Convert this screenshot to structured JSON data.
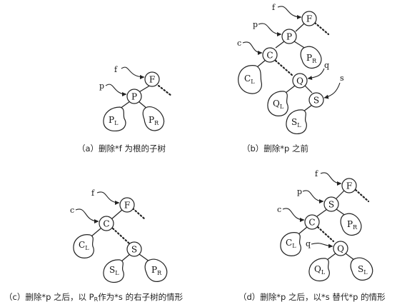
{
  "panels": [
    {
      "caption": "（a）删除*f 为根的子树",
      "nodes": {
        "F": "F",
        "P": "P"
      },
      "subtrees": {
        "PL": [
          "P",
          "L"
        ],
        "PR": [
          "P",
          "R"
        ]
      },
      "pointers": {
        "f": "f",
        "p": "p"
      }
    },
    {
      "caption": "（b）删除*p 之前",
      "nodes": {
        "F": "F",
        "P": "P",
        "C": "C",
        "Q": "Q",
        "S": "S"
      },
      "subtrees": {
        "PR": [
          "P",
          "R"
        ],
        "CL": [
          "C",
          "L"
        ],
        "QL": [
          "Q",
          "L"
        ],
        "SL": [
          "S",
          "L"
        ]
      },
      "pointers": {
        "f": "f",
        "p": "p",
        "c": "c",
        "q": "q",
        "s": "s"
      }
    },
    {
      "caption": "（c）删除*p 之后，以 P R 作为*s 的右子树的情形",
      "caption_parts": [
        "（c）删除*p 之后，以 P",
        "R",
        "作为*s 的右子树的情形"
      ],
      "nodes": {
        "F": "F",
        "C": "C",
        "S": "S"
      },
      "subtrees": {
        "CL": [
          "C",
          "L"
        ],
        "SL": [
          "S",
          "L"
        ],
        "PR": [
          "P",
          "R"
        ]
      },
      "pointers": {
        "f": "f",
        "c": "c"
      }
    },
    {
      "caption": "（d）删除*p 之后，以*s 替代*p 的情形",
      "nodes": {
        "F": "F",
        "S": "S",
        "C": "C",
        "Q": "Q"
      },
      "subtrees": {
        "PR": [
          "P",
          "R"
        ],
        "CL": [
          "C",
          "L"
        ],
        "QL": [
          "Q",
          "L"
        ],
        "SL": [
          "S",
          "L"
        ]
      },
      "pointers": {
        "f": "f",
        "p": "p",
        "c": "c",
        "q": "q"
      }
    }
  ]
}
